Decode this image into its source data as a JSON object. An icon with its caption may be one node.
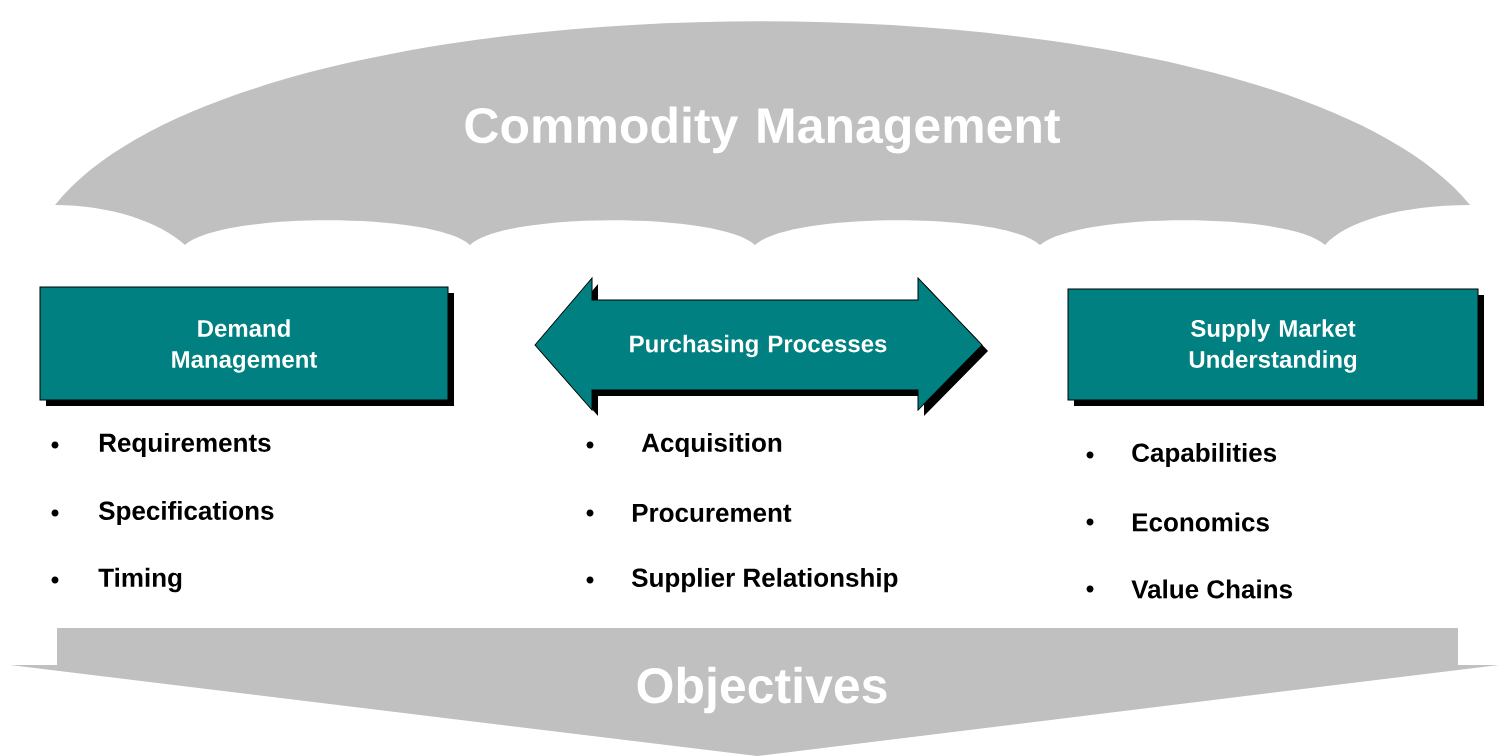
{
  "diagram": {
    "nodes": [
      {
        "text": [
          "Commodity Management"
        ]
      },
      {
        "text": [
          "Demand Management"
        ]
      },
      {
        "text": [
          "Purchasing Processes"
        ]
      },
      {
        "text": [
          "Supply Market Understanding"
        ]
      },
      {
        "text": [
          "Objectives"
        ]
      }
    ],
    "labels": [
      "Requirements",
      "Specifications",
      "Timing",
      "Acquisition",
      "Procurement",
      "Supplier Relationship",
      "Capabilities",
      "Economics",
      "Value Chains"
    ]
  }
}
